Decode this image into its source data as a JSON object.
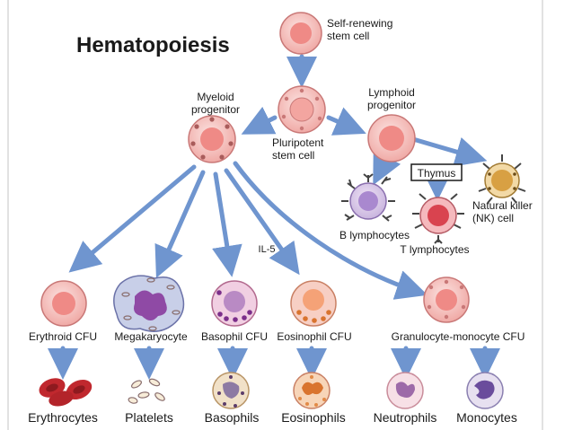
{
  "title": "Hematopoiesis",
  "colors": {
    "arrow": "#6f95cf",
    "cell_fill": "#f3b9b6",
    "cell_stroke": "#c97877",
    "nucleus": "#ef8a86",
    "text": "#1a1a1a"
  },
  "nodes": {
    "self_renewing": [
      "Self-renewing",
      "stem cell"
    ],
    "pluripotent": [
      "Pluripotent",
      "stem cell"
    ],
    "myeloid": [
      "Myeloid",
      "progenitor"
    ],
    "lymphoid": [
      "Lymphoid",
      "progenitor"
    ],
    "thymus": "Thymus",
    "nk": [
      "Natural killer",
      "(NK) cell"
    ],
    "b_lymph": "B lymphocytes",
    "t_lymph": "T lymphocytes",
    "il5": "IL-5"
  },
  "cfu_labels": [
    "Erythroid CFU",
    "Megakaryocyte",
    "Basophil CFU",
    "Eosinophil CFU",
    "Granulocyte-monocyte CFU"
  ],
  "final_labels": [
    "Erythrocytes",
    "Platelets",
    "Basophils",
    "Eosinophils",
    "Neutrophils",
    "Monocytes"
  ]
}
